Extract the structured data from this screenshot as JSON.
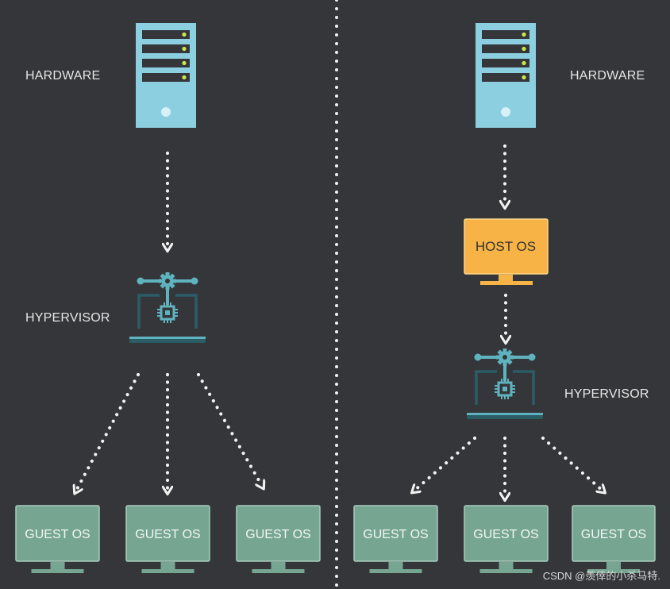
{
  "left": {
    "hardware_label": "HARDWARE",
    "hypervisor_label": "HYPERVISOR",
    "guests": [
      "GUEST OS",
      "GUEST OS",
      "GUEST OS"
    ]
  },
  "right": {
    "hardware_label": "HARDWARE",
    "host_label": "HOST OS",
    "hypervisor_label": "HYPERVISOR",
    "guests": [
      "GUEST OS",
      "GUEST OS",
      "GUEST OS"
    ]
  },
  "watermark": "CSDN @羡倖的小杀马特.",
  "colors": {
    "background": "#35363a",
    "server": "#8ccfe0",
    "server_slot": "#35363a",
    "led": "#c8e84a",
    "hypervisor": "#5fb3bf",
    "host": "#f8b346",
    "guest": "#76a692",
    "arrow": "#f2f2f2"
  },
  "icons": [
    "server-icon",
    "hypervisor-icon",
    "monitor-icon"
  ]
}
